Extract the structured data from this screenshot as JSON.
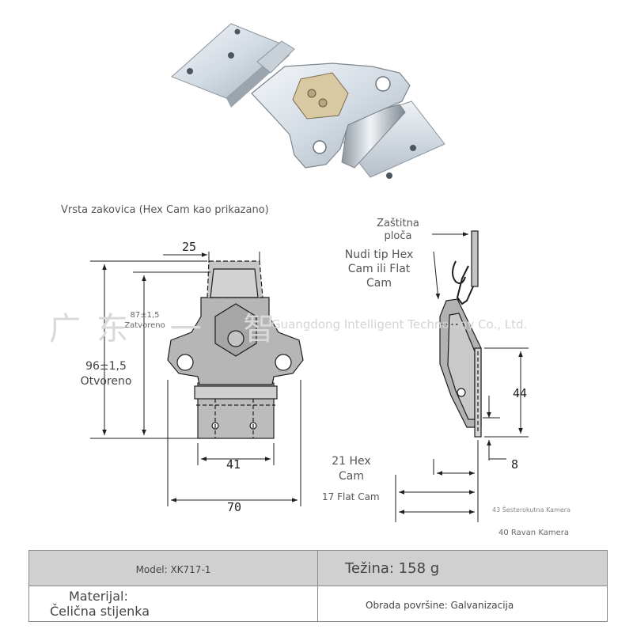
{
  "caption": "Vrsta zakovica (Hex Cam kao prikazano)",
  "watermark": {
    "cn": "广东  一  智",
    "en": "Guangdong Intelligent Technology Co., Ltd."
  },
  "front_view": {
    "dim_top_width": "25",
    "dim_closed_line1": "87±1,5",
    "dim_closed_line2": "Zatvoreno",
    "dim_open_line1": "96±1,5",
    "dim_open_line2": "Otvoreno",
    "dim_inner_width": "41",
    "dim_total_width": "70"
  },
  "side_view": {
    "shield_line1": "Zaštitna",
    "shield_line2": "ploča",
    "offer_line1": "Nudi tip Hex",
    "offer_line2": "Cam ili Flat",
    "offer_line3": "Cam",
    "dim_height": "44",
    "dim_offset": "8",
    "hex_line1": "21 Hex",
    "hex_line2": "Cam",
    "flat_cam": "17 Flat Cam",
    "hex_camera": "43 Šesterokutna Kamera",
    "flat_camera": "40 Ravan Kamera"
  },
  "specs": {
    "model": "Model: XK717-1",
    "weight": "Težina: 158 g",
    "material_line1": "Materijal:",
    "material_line2": "Čelična stijenka",
    "finish": "Obrada površine: Galvanizacija"
  },
  "colors": {
    "metal_light": "#e4e9ee",
    "metal_dark": "#9aa4ae",
    "drawing_fill": "#b9b9b9",
    "drawing_stroke": "#1e1e1e",
    "table_gray": "#d0d0d0"
  }
}
